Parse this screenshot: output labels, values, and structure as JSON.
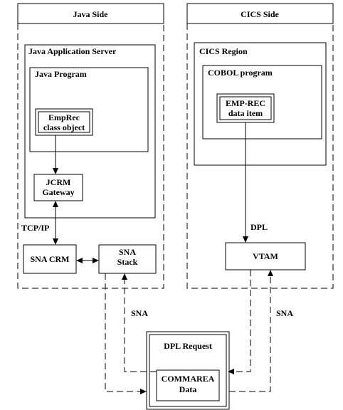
{
  "java_side": {
    "title": "Java Side",
    "app_server": "Java Application Server",
    "java_program": "Java Program",
    "emprec": [
      "EmpRec",
      "class object"
    ],
    "jcrm": [
      "JCRM",
      "Gateway"
    ],
    "tcpip": "TCP/IP",
    "sna_crm": "SNA CRM",
    "sna_stack": [
      "SNA",
      "Stack"
    ]
  },
  "cics_side": {
    "title": "CICS Side",
    "region": "CICS Region",
    "cobol_program": "COBOL program",
    "emp_rec": [
      "EMP-REC",
      "data item"
    ],
    "dpl": "DPL",
    "vtam": "VTAM"
  },
  "network": {
    "sna_left": "SNA",
    "sna_right": "SNA"
  },
  "request": {
    "title": "DPL Request",
    "commarea": [
      "COMMAREA",
      "Data"
    ]
  }
}
